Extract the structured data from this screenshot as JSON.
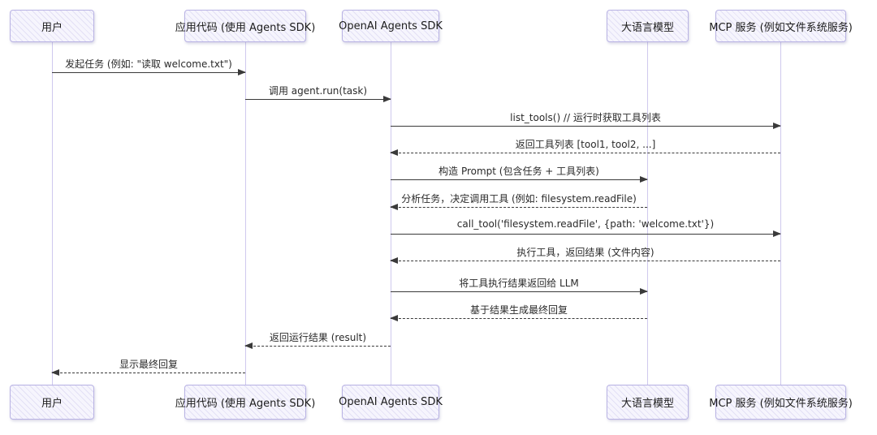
{
  "diagram": {
    "type": "sequence",
    "participants": [
      {
        "id": "user",
        "label": "用户"
      },
      {
        "id": "appcode",
        "label": "应用代码 (使用 Agents SDK)"
      },
      {
        "id": "sdk",
        "label": "OpenAI Agents SDK"
      },
      {
        "id": "llm",
        "label": "大语言模型"
      },
      {
        "id": "mcp",
        "label": "MCP 服务 (例如文件系统服务)"
      }
    ],
    "messages": [
      {
        "from": "user",
        "to": "appcode",
        "style": "solid",
        "text": "发起任务 (例如: \"读取 welcome.txt\")"
      },
      {
        "from": "appcode",
        "to": "sdk",
        "style": "solid",
        "text": "调用 agent.run(task)"
      },
      {
        "from": "sdk",
        "to": "mcp",
        "style": "solid",
        "text": "list_tools() // 运行时获取工具列表"
      },
      {
        "from": "mcp",
        "to": "sdk",
        "style": "dashed",
        "text": "返回工具列表 [tool1, tool2, ...]"
      },
      {
        "from": "sdk",
        "to": "llm",
        "style": "solid",
        "text": "构造 Prompt (包含任务 + 工具列表)"
      },
      {
        "from": "llm",
        "to": "sdk",
        "style": "dashed",
        "text": "分析任务，决定调用工具 (例如: filesystem.readFile)"
      },
      {
        "from": "sdk",
        "to": "mcp",
        "style": "solid",
        "text": "call_tool('filesystem.readFile', {path: 'welcome.txt'})"
      },
      {
        "from": "mcp",
        "to": "sdk",
        "style": "dashed",
        "text": "执行工具，返回结果 (文件内容)"
      },
      {
        "from": "sdk",
        "to": "llm",
        "style": "solid",
        "text": "将工具执行结果返回给 LLM"
      },
      {
        "from": "llm",
        "to": "sdk",
        "style": "dashed",
        "text": "基于结果生成最终回复"
      },
      {
        "from": "sdk",
        "to": "appcode",
        "style": "dashed",
        "text": "返回运行结果 (result)"
      },
      {
        "from": "appcode",
        "to": "user",
        "style": "dashed",
        "text": "显示最终回复"
      }
    ],
    "colors": {
      "participant_fill": "#f6f5fd",
      "participant_border": "#b9b3e4",
      "lifeline": "#cfc9ee",
      "arrow": "#3a3a3a",
      "text": "#2a2a2a",
      "background": "#ffffff"
    }
  }
}
